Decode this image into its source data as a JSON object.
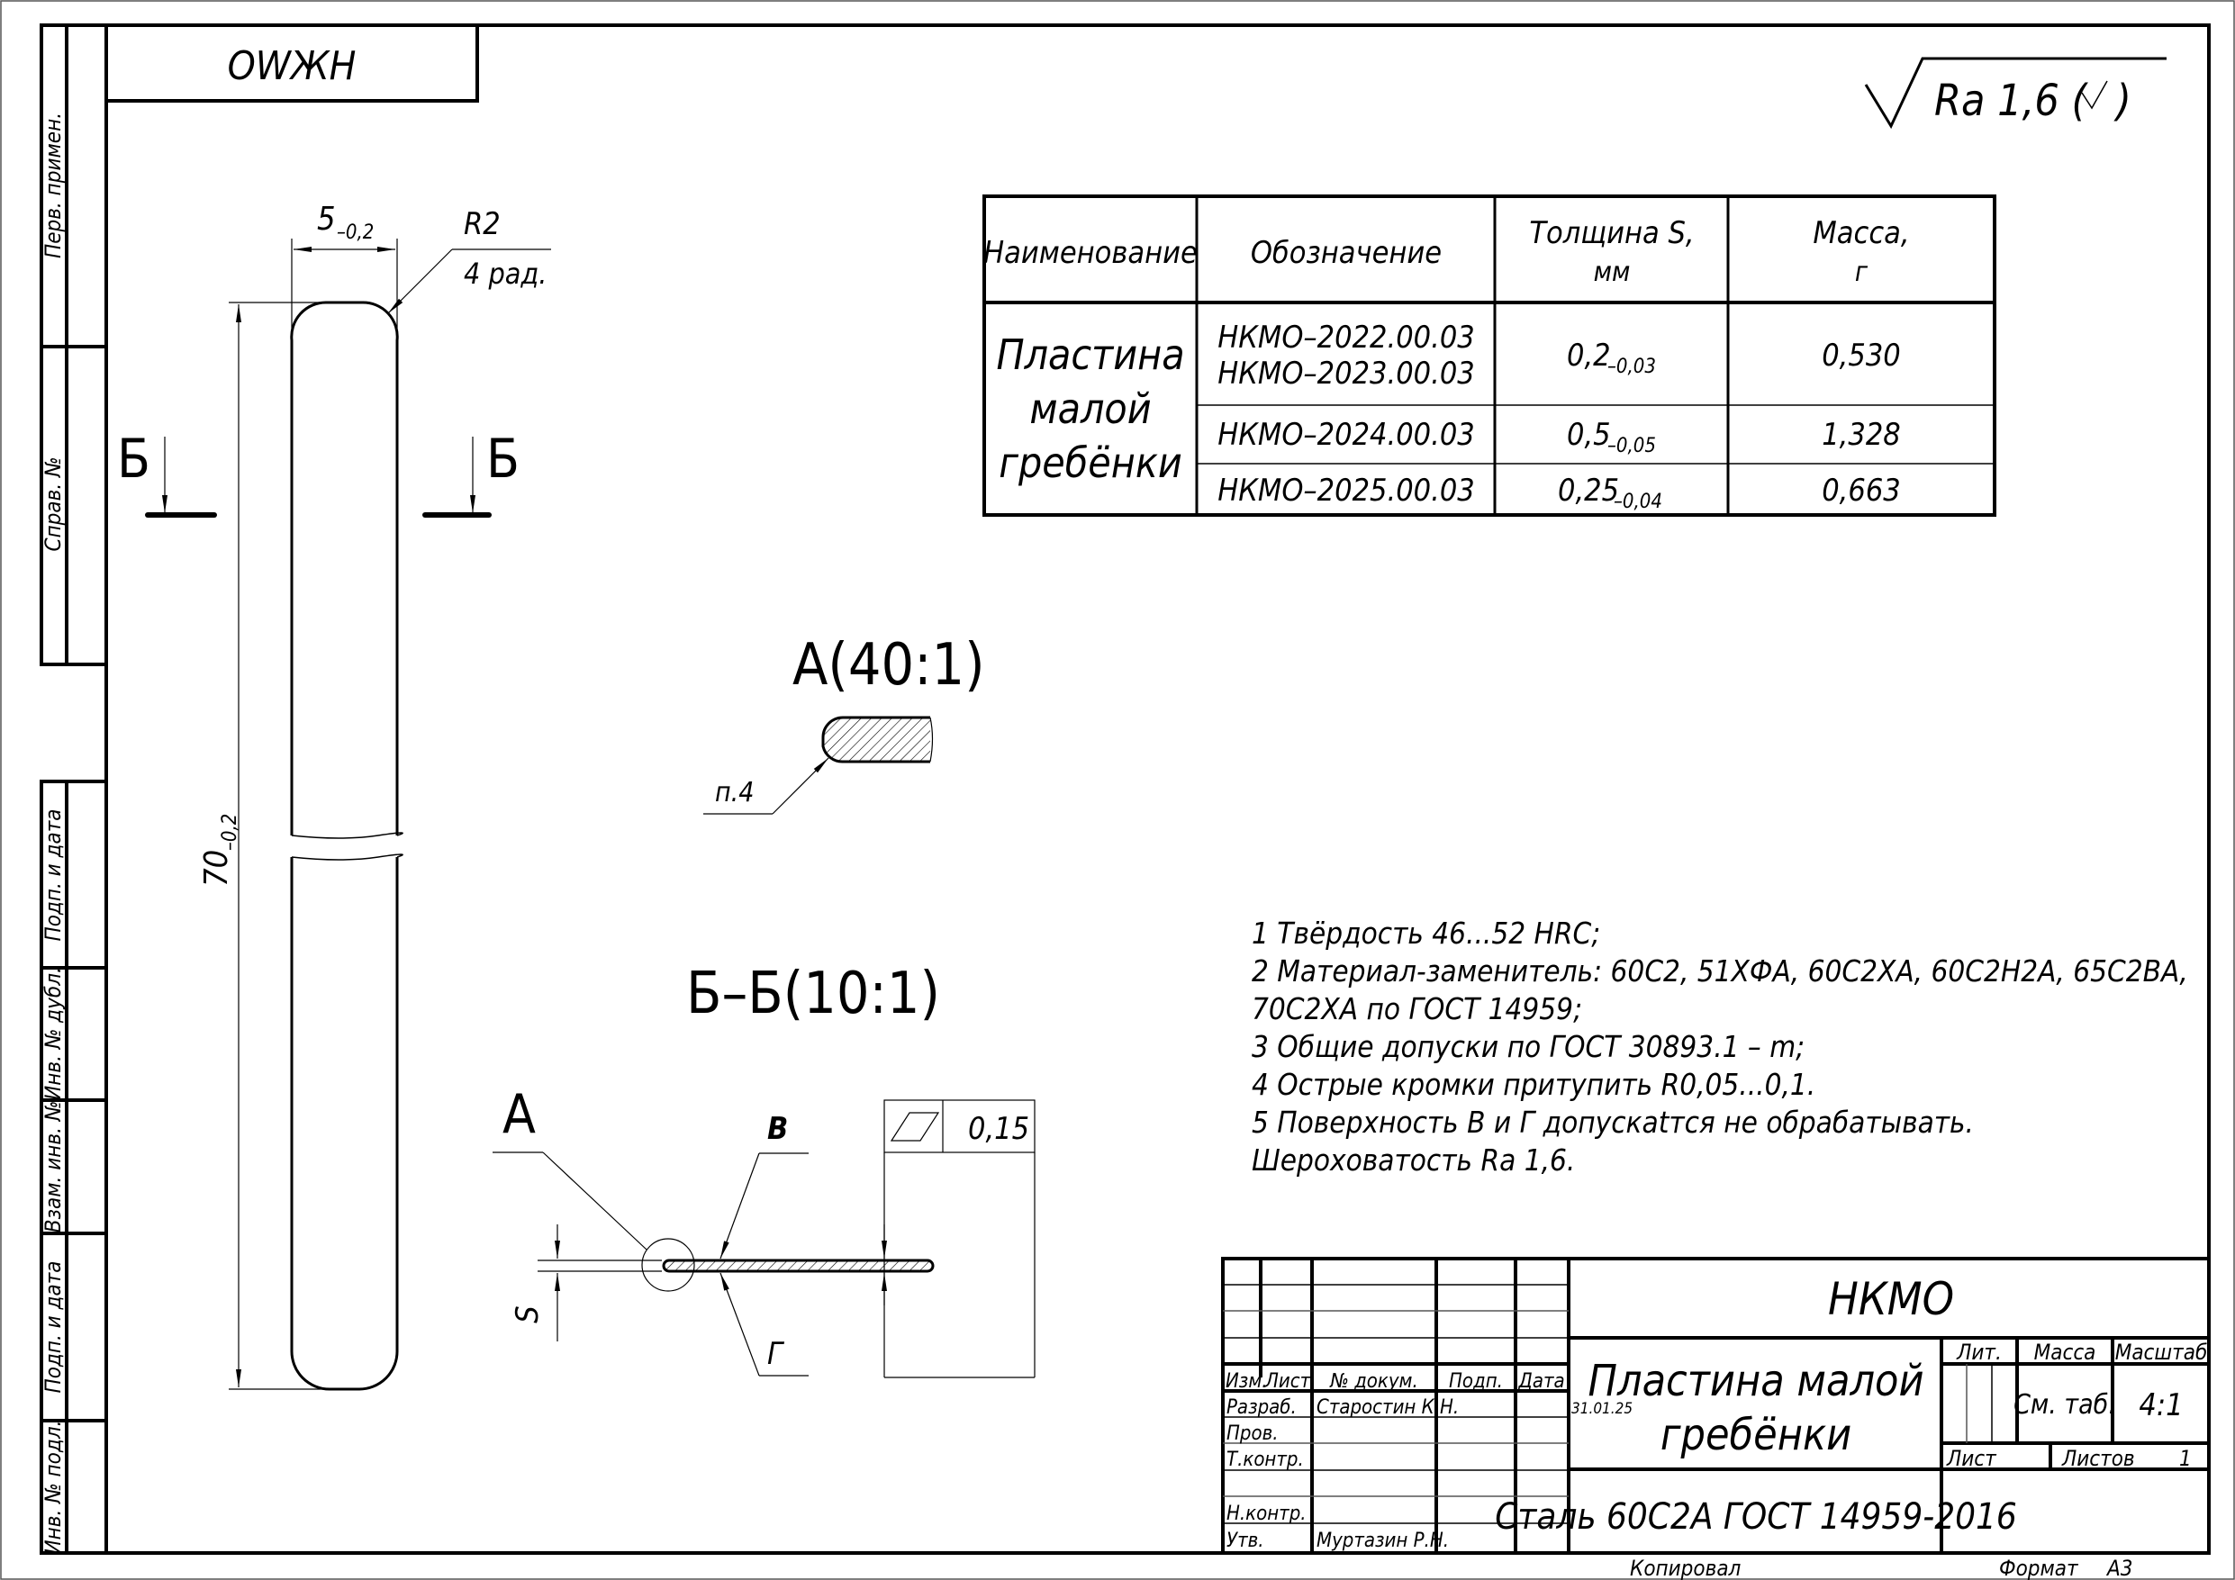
{
  "sheet": {
    "stamp_top_left": "ОWЖН",
    "roughness_general": {
      "symbol": "√",
      "text": "Ra 1,6 (",
      "check": "√",
      "close": ")"
    }
  },
  "left_strip": {
    "labels": [
      "Перв. примен.",
      "Справ. №",
      "Подп. и дата",
      "Инв. № дубл.",
      "Взам. инв. №",
      "Подп. и дата",
      "Инв. № подл."
    ]
  },
  "main_view": {
    "width_dim": {
      "value": "5",
      "tol": "–0,2"
    },
    "length_dim": {
      "value": "70",
      "tol": "–0,2"
    },
    "radius_note": {
      "line1": "R2",
      "line2": "4 рад."
    },
    "section_marks": {
      "left": "Б",
      "right": "Б"
    }
  },
  "detail_view": {
    "title": "А(40:1)",
    "leader_note": "п.4"
  },
  "section_view": {
    "title": "Б–Б(10:1)",
    "detail_ref": "А",
    "surface_top": "В",
    "surface_bottom": "Г",
    "thickness_label": "S",
    "tolerance_frame": {
      "symbol": "flatness-parallelogram",
      "value": "0,15"
    }
  },
  "variants_table": {
    "headers": [
      "Наименование",
      "Обозначение",
      "Толщина S, мм",
      "Масса, г"
    ],
    "header_lines": [
      [
        "Наименование"
      ],
      [
        "Обозначение"
      ],
      [
        "Толщина S,",
        "мм"
      ],
      [
        "Масса,",
        "г"
      ]
    ],
    "name_lines": [
      "Пластина",
      "малой",
      "гребёнки"
    ],
    "rows": [
      {
        "designation": [
          "НКМО–2022.00.03",
          "НКМО–2023.00.03"
        ],
        "thickness": "0,2",
        "thickness_tol": "–0,03",
        "mass": "0,530"
      },
      {
        "designation": [
          "НКМО–2024.00.03"
        ],
        "thickness": "0,5",
        "thickness_tol": "–0,05",
        "mass": "1,328"
      },
      {
        "designation": [
          "НКМО–2025.00.03"
        ],
        "thickness": "0,25",
        "thickness_tol": "–0,04",
        "mass": "0,663"
      }
    ]
  },
  "notes": [
    "1  Твёрдость 46...52 HRC;",
    "2  Материал-заменитель: 60С2, 51ХФА, 60С2ХА, 60С2Н2А, 65С2ВА,",
    "70С2ХА по ГОСТ 14959;",
    "3  Общие допуски по ГОСТ 30893.1 – m;",
    "4  Острые кромки притупить R0,05...0,1.",
    "5  Поверхность В и Г допускаtтся не обрабатывать.",
    "Шероховатость Ra 1,6."
  ],
  "title_block": {
    "designation": "НКМО",
    "part_name_lines": [
      "Пластина малой",
      "гребёнки"
    ],
    "material": "Сталь 60С2А ГОСТ 14959-2016",
    "col_headers": {
      "izm": "Изм.",
      "list": "Лист",
      "doc": "№ докум.",
      "sign": "Подп.",
      "date": "Дата"
    },
    "roles": [
      {
        "role": "Разраб.",
        "name": "Старостин К.Н.",
        "date": "31.01.25"
      },
      {
        "role": "Пров.",
        "name": "",
        "date": ""
      },
      {
        "role": "Т.контр.",
        "name": "",
        "date": ""
      },
      {
        "role": "",
        "name": "",
        "date": ""
      },
      {
        "role": "Н.контр.",
        "name": "",
        "date": ""
      },
      {
        "role": "Утв.",
        "name": "Муртазин Р.Н.",
        "date": ""
      }
    ],
    "lit_label": "Лит.",
    "mass_label": "Масса",
    "scale_label": "Масштаб",
    "mass_value": "См. таб.",
    "scale_value": "4:1",
    "sheet_label": "Лист",
    "sheets_label": "Листов",
    "sheets_value": "1",
    "copied_label": "Копировал",
    "format_label": "Формат",
    "format_value": "А3"
  }
}
